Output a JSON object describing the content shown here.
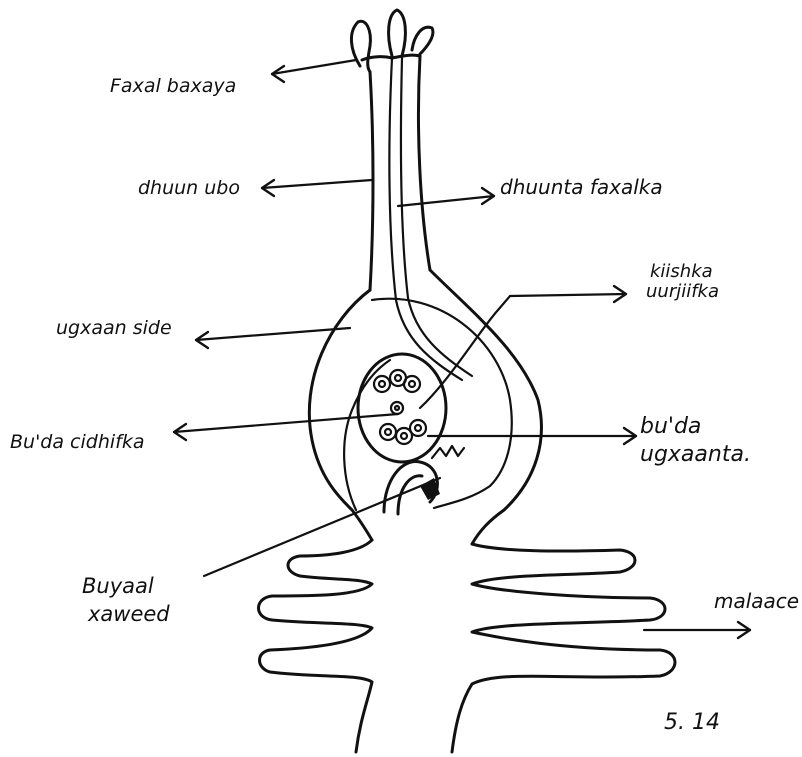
{
  "labels": {
    "faxal_baxaya": "Faxal baxaya",
    "dhuun_ubo": "dhuun ubo",
    "dhuunta_faxalka": "dhuunta faxalka",
    "kiishka_line1": "kiishka",
    "kiishka_line2": "uurjiifka",
    "ugxaan_side": "ugxaan side",
    "buda_cidhifka": "Bu'da cidhifka",
    "buda_ugxaanta_line1": "bu'da",
    "buda_ugxaanta_line2": "ugxaanta.",
    "buyaal_line1": "Buyaal",
    "buyaal_line2": "xaweed",
    "malaace": "malaace",
    "figure_number": "5. 14"
  },
  "colors": {
    "ink": "#111111",
    "background": "#ffffff"
  }
}
